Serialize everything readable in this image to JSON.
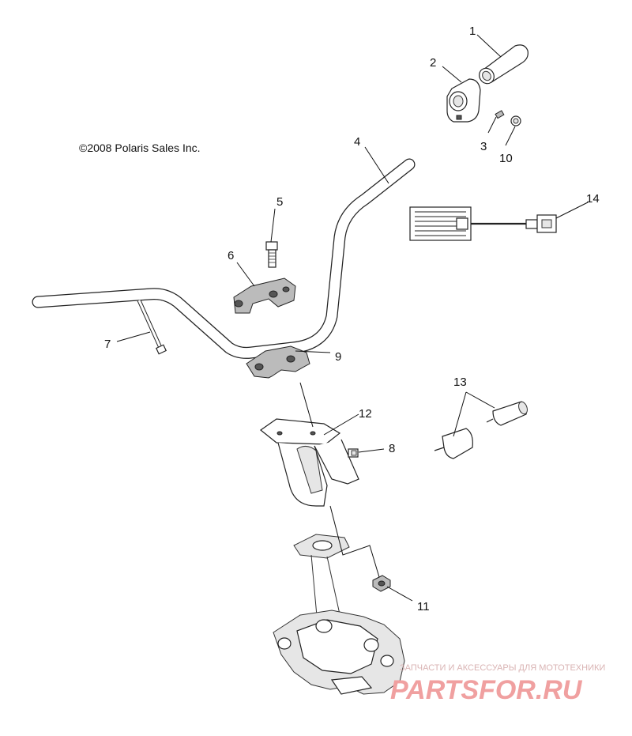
{
  "copyright": "©2008 Polaris Sales Inc.",
  "callouts": {
    "c1": "1",
    "c2": "2",
    "c3": "3",
    "c4": "4",
    "c5": "5",
    "c6": "6",
    "c7": "7",
    "c8": "8",
    "c9": "9",
    "c10": "10",
    "c11": "11",
    "c12": "12",
    "c13": "13",
    "c14": "14"
  },
  "watermark": {
    "tagline": "ЗАПЧАСТИ И АКСЕССУАРЫ ДЛЯ МОТОТЕХНИКИ",
    "brand": "PARTSFOR.RU"
  }
}
